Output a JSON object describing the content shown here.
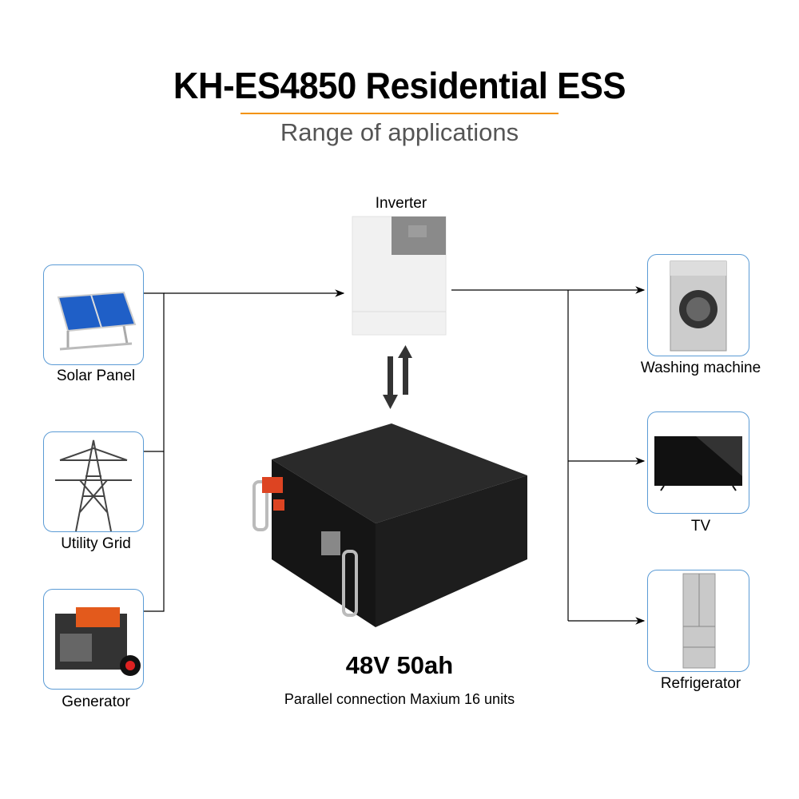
{
  "header": {
    "title": "KH-ES4850 Residential ESS",
    "subtitle": "Range of applications",
    "accent": "#f39200"
  },
  "sources": [
    {
      "label": "Solar Panel",
      "icon": "solar-panel-icon"
    },
    {
      "label": "Utility Grid",
      "icon": "power-tower-icon"
    },
    {
      "label": "Generator",
      "icon": "generator-icon"
    }
  ],
  "inverter": {
    "label": "Inverter"
  },
  "loads": [
    {
      "label": "Washing machine",
      "icon": "washing-machine-icon"
    },
    {
      "label": "TV",
      "icon": "tv-icon"
    },
    {
      "label": "Refrigerator",
      "icon": "refrigerator-icon"
    }
  ],
  "battery": {
    "spec": "48V 50ah",
    "note": "Parallel connection Maxium 16 units"
  },
  "colors": {
    "border": "#5b9bd5"
  }
}
